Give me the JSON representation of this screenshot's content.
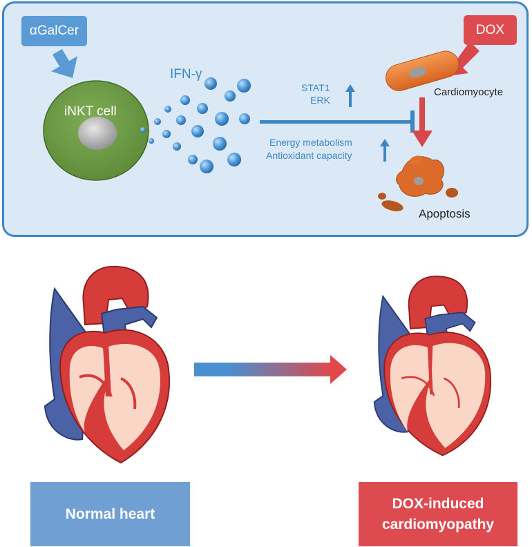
{
  "mechanism": {
    "agalcer_label": "αGalCer",
    "dox_label": "DOX",
    "inkt_label": "iNKT cell",
    "ifn_label": "IFN-γ",
    "stat1_label": "STAT1",
    "erk_label": "ERK",
    "energy_label": "Energy metabolism",
    "antioxidant_label": "Antioxidant capacity",
    "cardiomyocyte_label": "Cardiomyocyte",
    "apoptosis_label": "Apoptosis"
  },
  "outcome": {
    "normal_label": "Normal heart",
    "dox_line1": "DOX-induced",
    "dox_line2": "cardiomyopathy"
  },
  "colors": {
    "panel_bg": "#dbe9f6",
    "panel_border": "#3d86c6",
    "blue": "#3d86c6",
    "red": "#d9474b",
    "green": "#6b9a44",
    "orange": "#e0732a",
    "heart_red": "#d63c3a",
    "heart_blue": "#4b62a6",
    "heart_pink": "#f9d6c6"
  }
}
